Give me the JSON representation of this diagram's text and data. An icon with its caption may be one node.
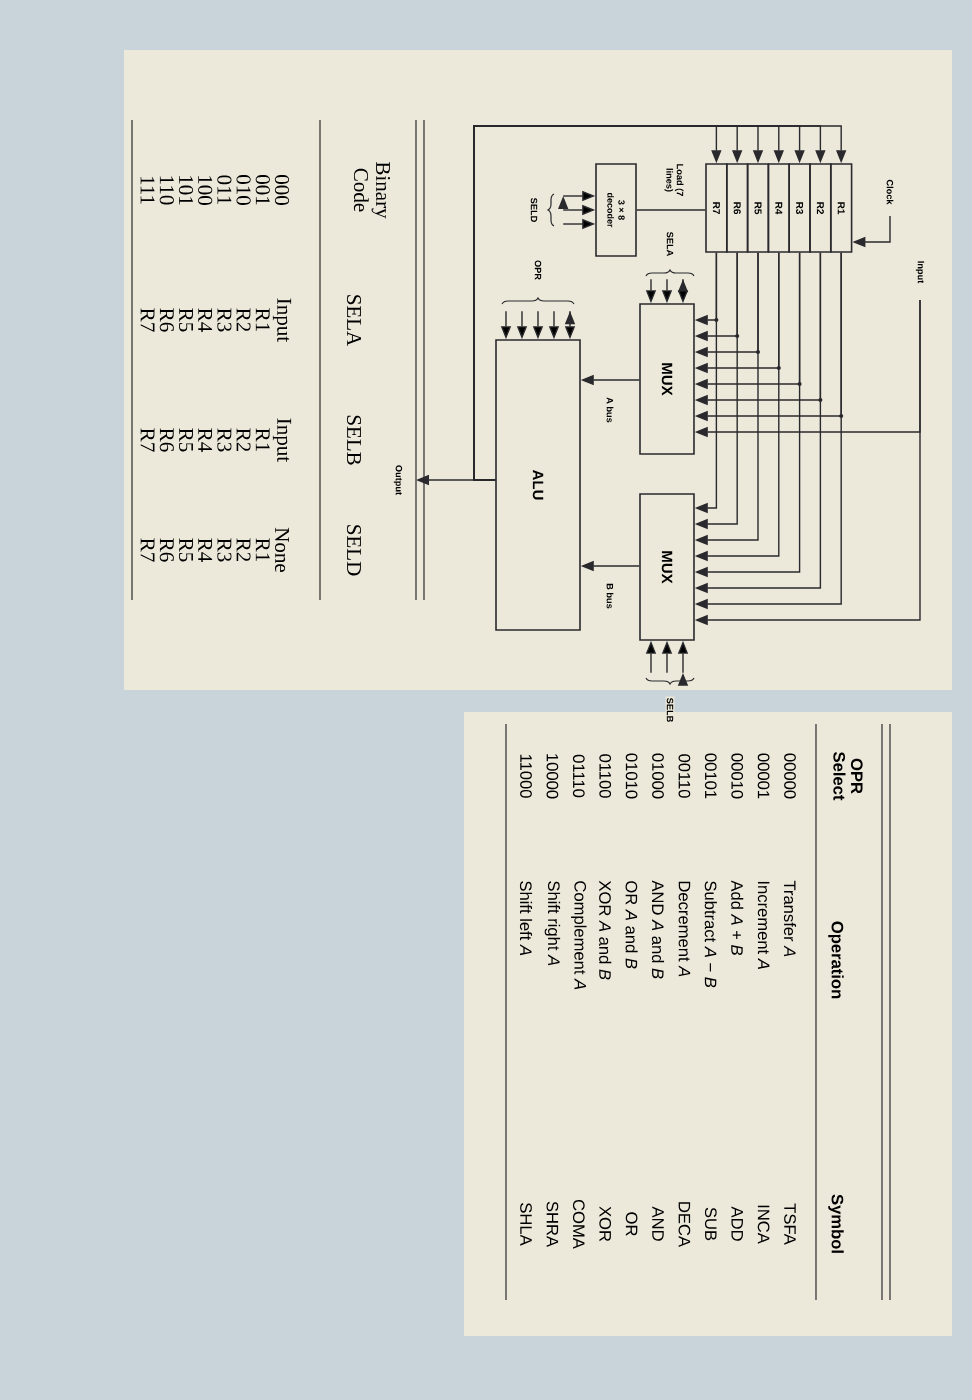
{
  "diagram": {
    "nodes": [
      {
        "text": [
          "R1"
        ]
      },
      {
        "text": [
          "R2"
        ]
      },
      {
        "text": [
          "R3"
        ]
      },
      {
        "text": [
          "R4"
        ]
      },
      {
        "text": [
          "R5"
        ]
      },
      {
        "text": [
          "R6"
        ]
      },
      {
        "text": [
          "R7"
        ]
      },
      {
        "text": [
          "3 × 8 decoder"
        ]
      },
      {
        "text": [
          "MUX"
        ]
      },
      {
        "text": [
          "MUX"
        ]
      },
      {
        "text": [
          "ALU"
        ]
      }
    ],
    "edges": [
      {
        "from": 0,
        "to": 8,
        "arrow": "to"
      },
      {
        "from": 1,
        "to": 8,
        "arrow": "to"
      },
      {
        "from": 2,
        "to": 8,
        "arrow": "to"
      },
      {
        "from": 3,
        "to": 8,
        "arrow": "to"
      },
      {
        "from": 4,
        "to": 8,
        "arrow": "to"
      },
      {
        "from": 5,
        "to": 8,
        "arrow": "to"
      },
      {
        "from": 6,
        "to": 8,
        "arrow": "to"
      },
      {
        "from": 0,
        "to": 9,
        "arrow": "to"
      },
      {
        "from": 1,
        "to": 9,
        "arrow": "to"
      },
      {
        "from": 2,
        "to": 9,
        "arrow": "to"
      },
      {
        "from": 3,
        "to": 9,
        "arrow": "to"
      },
      {
        "from": 4,
        "to": 9,
        "arrow": "to"
      },
      {
        "from": 5,
        "to": 9,
        "arrow": "to"
      },
      {
        "from": 6,
        "to": 9,
        "arrow": "to"
      },
      {
        "from": null,
        "to": 8,
        "arrow": "to",
        "label": "Input"
      },
      {
        "from": null,
        "to": 9,
        "arrow": "to"
      },
      {
        "from": 8,
        "to": 10,
        "arrow": "to",
        "label": "A bus"
      },
      {
        "from": 9,
        "to": 10,
        "arrow": "to",
        "label": "B bus"
      },
      {
        "from": 10,
        "to": null,
        "arrow": "to",
        "label": "Output"
      },
      {
        "from": 10,
        "to": 0,
        "arrow": "to"
      },
      {
        "from": 10,
        "to": 1,
        "arrow": "to"
      },
      {
        "from": 10,
        "to": 2,
        "arrow": "to"
      },
      {
        "from": 10,
        "to": 3,
        "arrow": "to"
      },
      {
        "from": 10,
        "to": 4,
        "arrow": "to"
      },
      {
        "from": 10,
        "to": 5,
        "arrow": "to"
      },
      {
        "from": 10,
        "to": 6,
        "arrow": "to"
      },
      {
        "from": 7,
        "to": 6,
        "arrow": "none",
        "label": "Load (7 lines)"
      },
      {
        "from": null,
        "to": 0,
        "arrow": "to",
        "label": "Clock"
      },
      {
        "from": null,
        "to": 8,
        "arrow": "to",
        "label": "SELA"
      },
      {
        "from": null,
        "to": 9,
        "arrow": "to",
        "label": "SELB"
      },
      {
        "from": null,
        "to": 7,
        "arrow": "to",
        "label": "SELD"
      },
      {
        "from": null,
        "to": 10,
        "arrow": "to",
        "label": "OPR"
      }
    ],
    "labels": [
      "Binary Code",
      "SELA",
      "SELB",
      "SELD",
      "000",
      "Input",
      "Input",
      "None",
      "001",
      "R1",
      "R1",
      "R1",
      "010",
      "R2",
      "R2",
      "R2",
      "011",
      "R3",
      "R3",
      "R3",
      "100",
      "R4",
      "R4",
      "R4",
      "101",
      "R5",
      "R5",
      "R5",
      "110",
      "R6",
      "R6",
      "R6",
      "111",
      "R7",
      "R7",
      "R7",
      "OPR Select",
      "Operation",
      "Symbol",
      "00000",
      "Transfer *A*",
      "TSFA",
      "00001",
      "Increment *A*",
      "INCA",
      "00010",
      "Add *A* + *B*",
      "ADD",
      "00101",
      "Subtract *A* − *B*",
      "SUB",
      "00110",
      "Decrement *A*",
      "DECA",
      "01000",
      "AND *A* and *B*",
      "AND",
      "01010",
      "OR *A* and *B*",
      "OR",
      "01100",
      "XOR *A* and *B*",
      "XOR",
      "01110",
      "Complement *A*",
      "COMA",
      "10000",
      "Shift right *A*",
      "SHRA",
      "11000",
      "Shift left *A*",
      "SHLA"
    ]
  }
}
